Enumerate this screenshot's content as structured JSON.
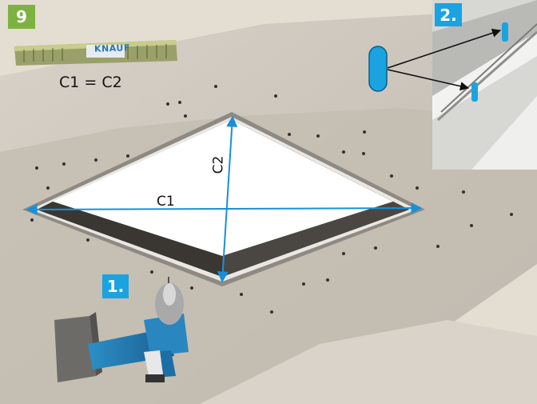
{
  "steps": {
    "main": "9",
    "first": "1.",
    "second": "2."
  },
  "formula": "C1 = C2",
  "labels": {
    "c1": "C1",
    "c2": "C2"
  },
  "tape_brand": "KNAUF",
  "colors": {
    "step_main": "#7db243",
    "step_sub": "#1aa3e0",
    "dimension_line": "#1a8fd6",
    "ceiling": "#c9c3b8"
  },
  "icons": [
    "measuring-tape-icon",
    "drill-icon",
    "clip-icon",
    "arrow-icon"
  ]
}
